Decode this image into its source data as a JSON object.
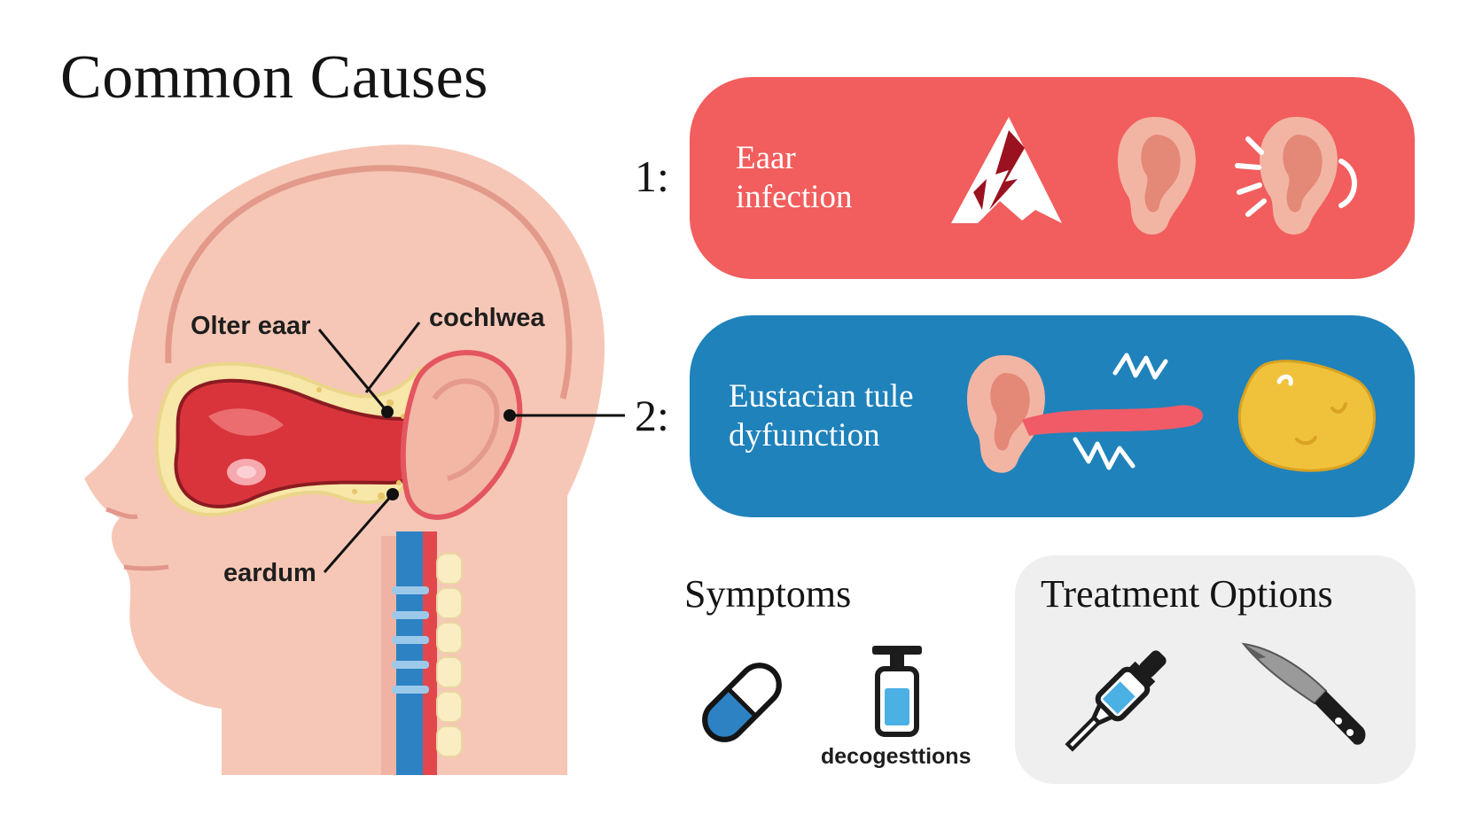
{
  "title": "Common Causes",
  "anatomy_labels": {
    "outer_ear": "Olter eaar",
    "cochlea": "cochlwea",
    "eardrum": "eardum"
  },
  "causes": [
    {
      "number": "1:",
      "line1": "Eaar",
      "line2": "infection",
      "color": "#f25d5d"
    },
    {
      "number": "2:",
      "line1": "Eustacian tule",
      "line2": "dyfuınction",
      "color": "#1f82bb"
    }
  ],
  "symptoms": {
    "title": "Symptoms",
    "icons": [
      "capsule-icon",
      "spray-bottle-icon"
    ],
    "caption": "decogesttions"
  },
  "treatment": {
    "title": "Treatment Options",
    "icons": [
      "ear-dropper-icon",
      "scalpel-icon"
    ]
  }
}
